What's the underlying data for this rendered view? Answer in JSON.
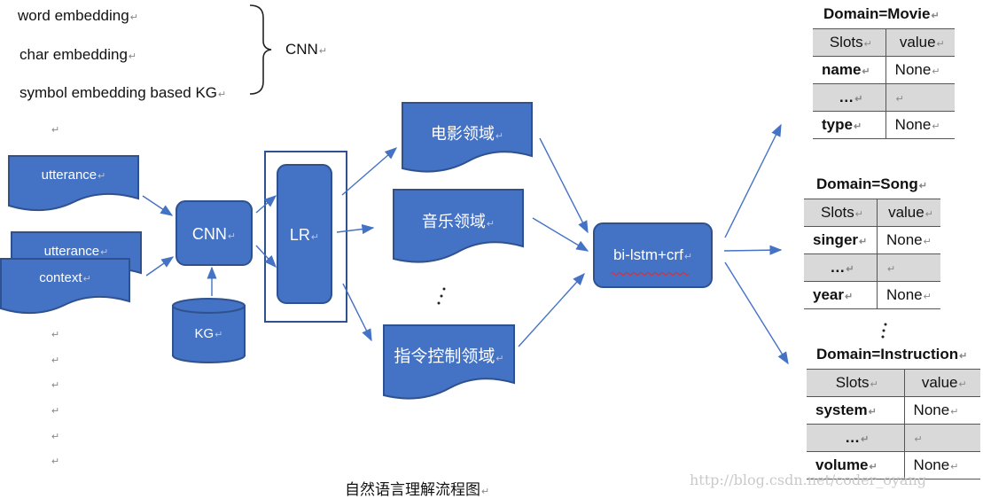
{
  "inputs": {
    "word": "word embedding",
    "char": "char embedding",
    "symbol": "symbol embedding based KG",
    "brace_label": "CNN"
  },
  "nodes": {
    "utterance1": "utterance",
    "utterance2": "utterance",
    "context": "context",
    "cnn": "CNN",
    "kg": "KG",
    "lr": "LR",
    "movie_domain": "电影领域",
    "music_domain": "音乐领域",
    "instruction_domain": "指令控制领域",
    "bilstm": "bi-lstm+crf"
  },
  "tables": [
    {
      "title": "Domain=Movie",
      "header": [
        "Slots",
        "value"
      ],
      "rows": [
        [
          "name",
          "None"
        ],
        [
          "…",
          ""
        ],
        [
          "type",
          "None"
        ]
      ]
    },
    {
      "title": "Domain=Song",
      "header": [
        "Slots",
        "value"
      ],
      "rows": [
        [
          "singer",
          "None"
        ],
        [
          "…",
          ""
        ],
        [
          "year",
          "None"
        ]
      ]
    },
    {
      "title": "Domain=Instruction",
      "header": [
        "Slots",
        "value"
      ],
      "rows": [
        [
          "system",
          "None"
        ],
        [
          "…",
          ""
        ],
        [
          "volume",
          "None"
        ]
      ]
    }
  ],
  "caption": "自然语言理解流程图",
  "watermark": "http://blog.csdn.net/coder_oyang",
  "colors": {
    "shape_fill": "#4472c4",
    "shape_border": "#2f528f",
    "table_gray": "#d9d9d9"
  }
}
